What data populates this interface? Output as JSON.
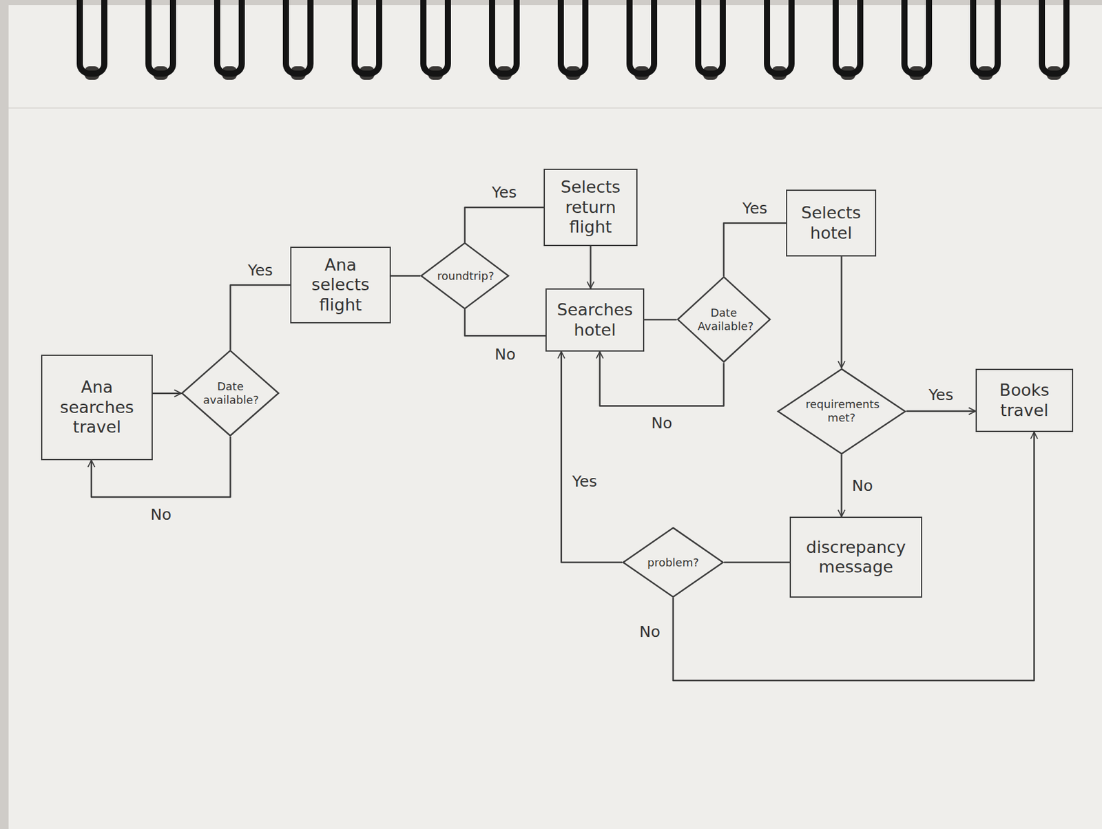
{
  "diagram": {
    "nodes": [
      {
        "text": [
          "Ana searches travel"
        ]
      },
      {
        "text": [
          "Date available?"
        ]
      },
      {
        "text": [
          "Ana selects flight"
        ]
      },
      {
        "text": [
          "roundtrip?"
        ]
      },
      {
        "text": [
          "Selects return flight"
        ]
      },
      {
        "text": [
          "Searches hotel"
        ]
      },
      {
        "text": [
          "Date Available?"
        ]
      },
      {
        "text": [
          "Selects hotel"
        ]
      },
      {
        "text": [
          "requirements met?"
        ]
      },
      {
        "text": [
          "Books travel"
        ]
      },
      {
        "text": [
          "discrepancy message"
        ]
      },
      {
        "text": [
          "problem?"
        ]
      }
    ],
    "edges": [
      {
        "from": 0,
        "to": 1,
        "arrow": "to"
      },
      {
        "from": 1,
        "to": 2,
        "label": "Yes",
        "arrow": "none"
      },
      {
        "from": 1,
        "to": 0,
        "label": "No",
        "arrow": "to"
      },
      {
        "from": 2,
        "to": 3,
        "arrow": "none"
      },
      {
        "from": 3,
        "to": 4,
        "label": "Yes",
        "arrow": "none"
      },
      {
        "from": 3,
        "to": 5,
        "label": "No",
        "arrow": "none"
      },
      {
        "from": 4,
        "to": 5,
        "arrow": "to"
      },
      {
        "from": 5,
        "to": 6,
        "arrow": "none"
      },
      {
        "from": 6,
        "to": 7,
        "label": "Yes",
        "arrow": "none"
      },
      {
        "from": 6,
        "to": 5,
        "label": "No",
        "arrow": "to"
      },
      {
        "from": 7,
        "to": 8,
        "arrow": "to"
      },
      {
        "from": 8,
        "to": 9,
        "label": "Yes",
        "arrow": "to"
      },
      {
        "from": 8,
        "to": 10,
        "label": "No",
        "arrow": "to"
      },
      {
        "from": 10,
        "to": 11,
        "arrow": "none"
      },
      {
        "from": 11,
        "to": 5,
        "label": "Yes",
        "arrow": "to"
      },
      {
        "from": 11,
        "to": 9,
        "label": "No",
        "arrow": "to"
      }
    ]
  }
}
